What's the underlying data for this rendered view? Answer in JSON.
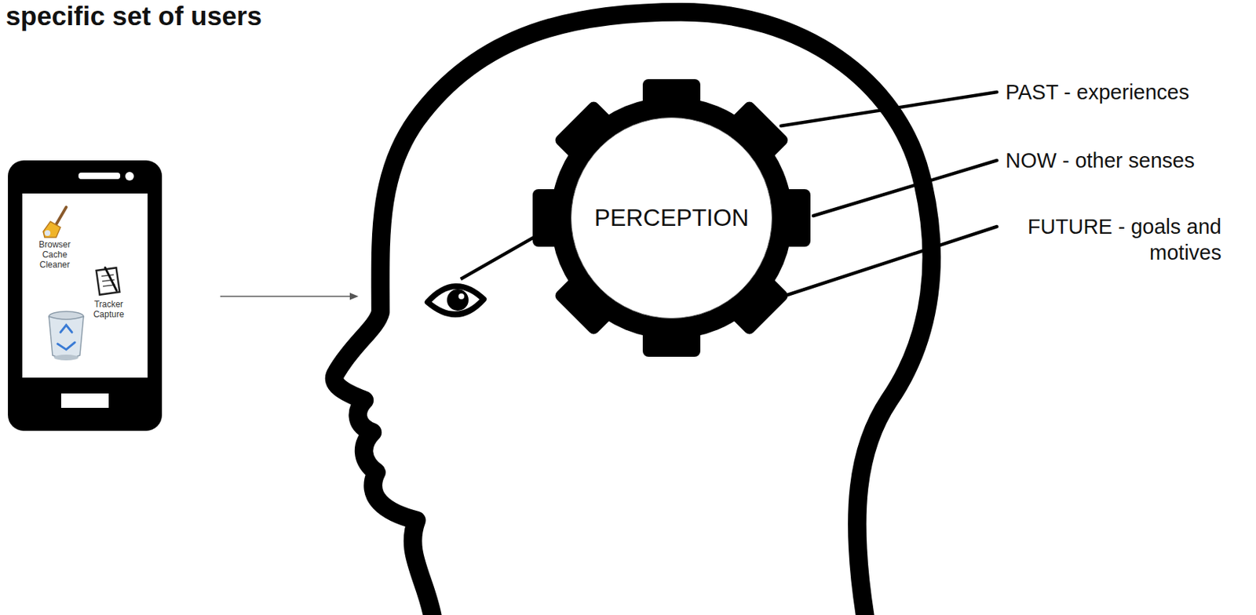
{
  "diagram": {
    "title": "specific set of users",
    "nodes": [
      {
        "text": [
          "Browser Cache Cleaner",
          "Tracker Capture"
        ]
      },
      {
        "text": [
          "PERCEPTION"
        ]
      }
    ],
    "labels": [
      "PAST - experiences",
      "NOW - other senses",
      "FUTURE - goals and motives"
    ]
  }
}
